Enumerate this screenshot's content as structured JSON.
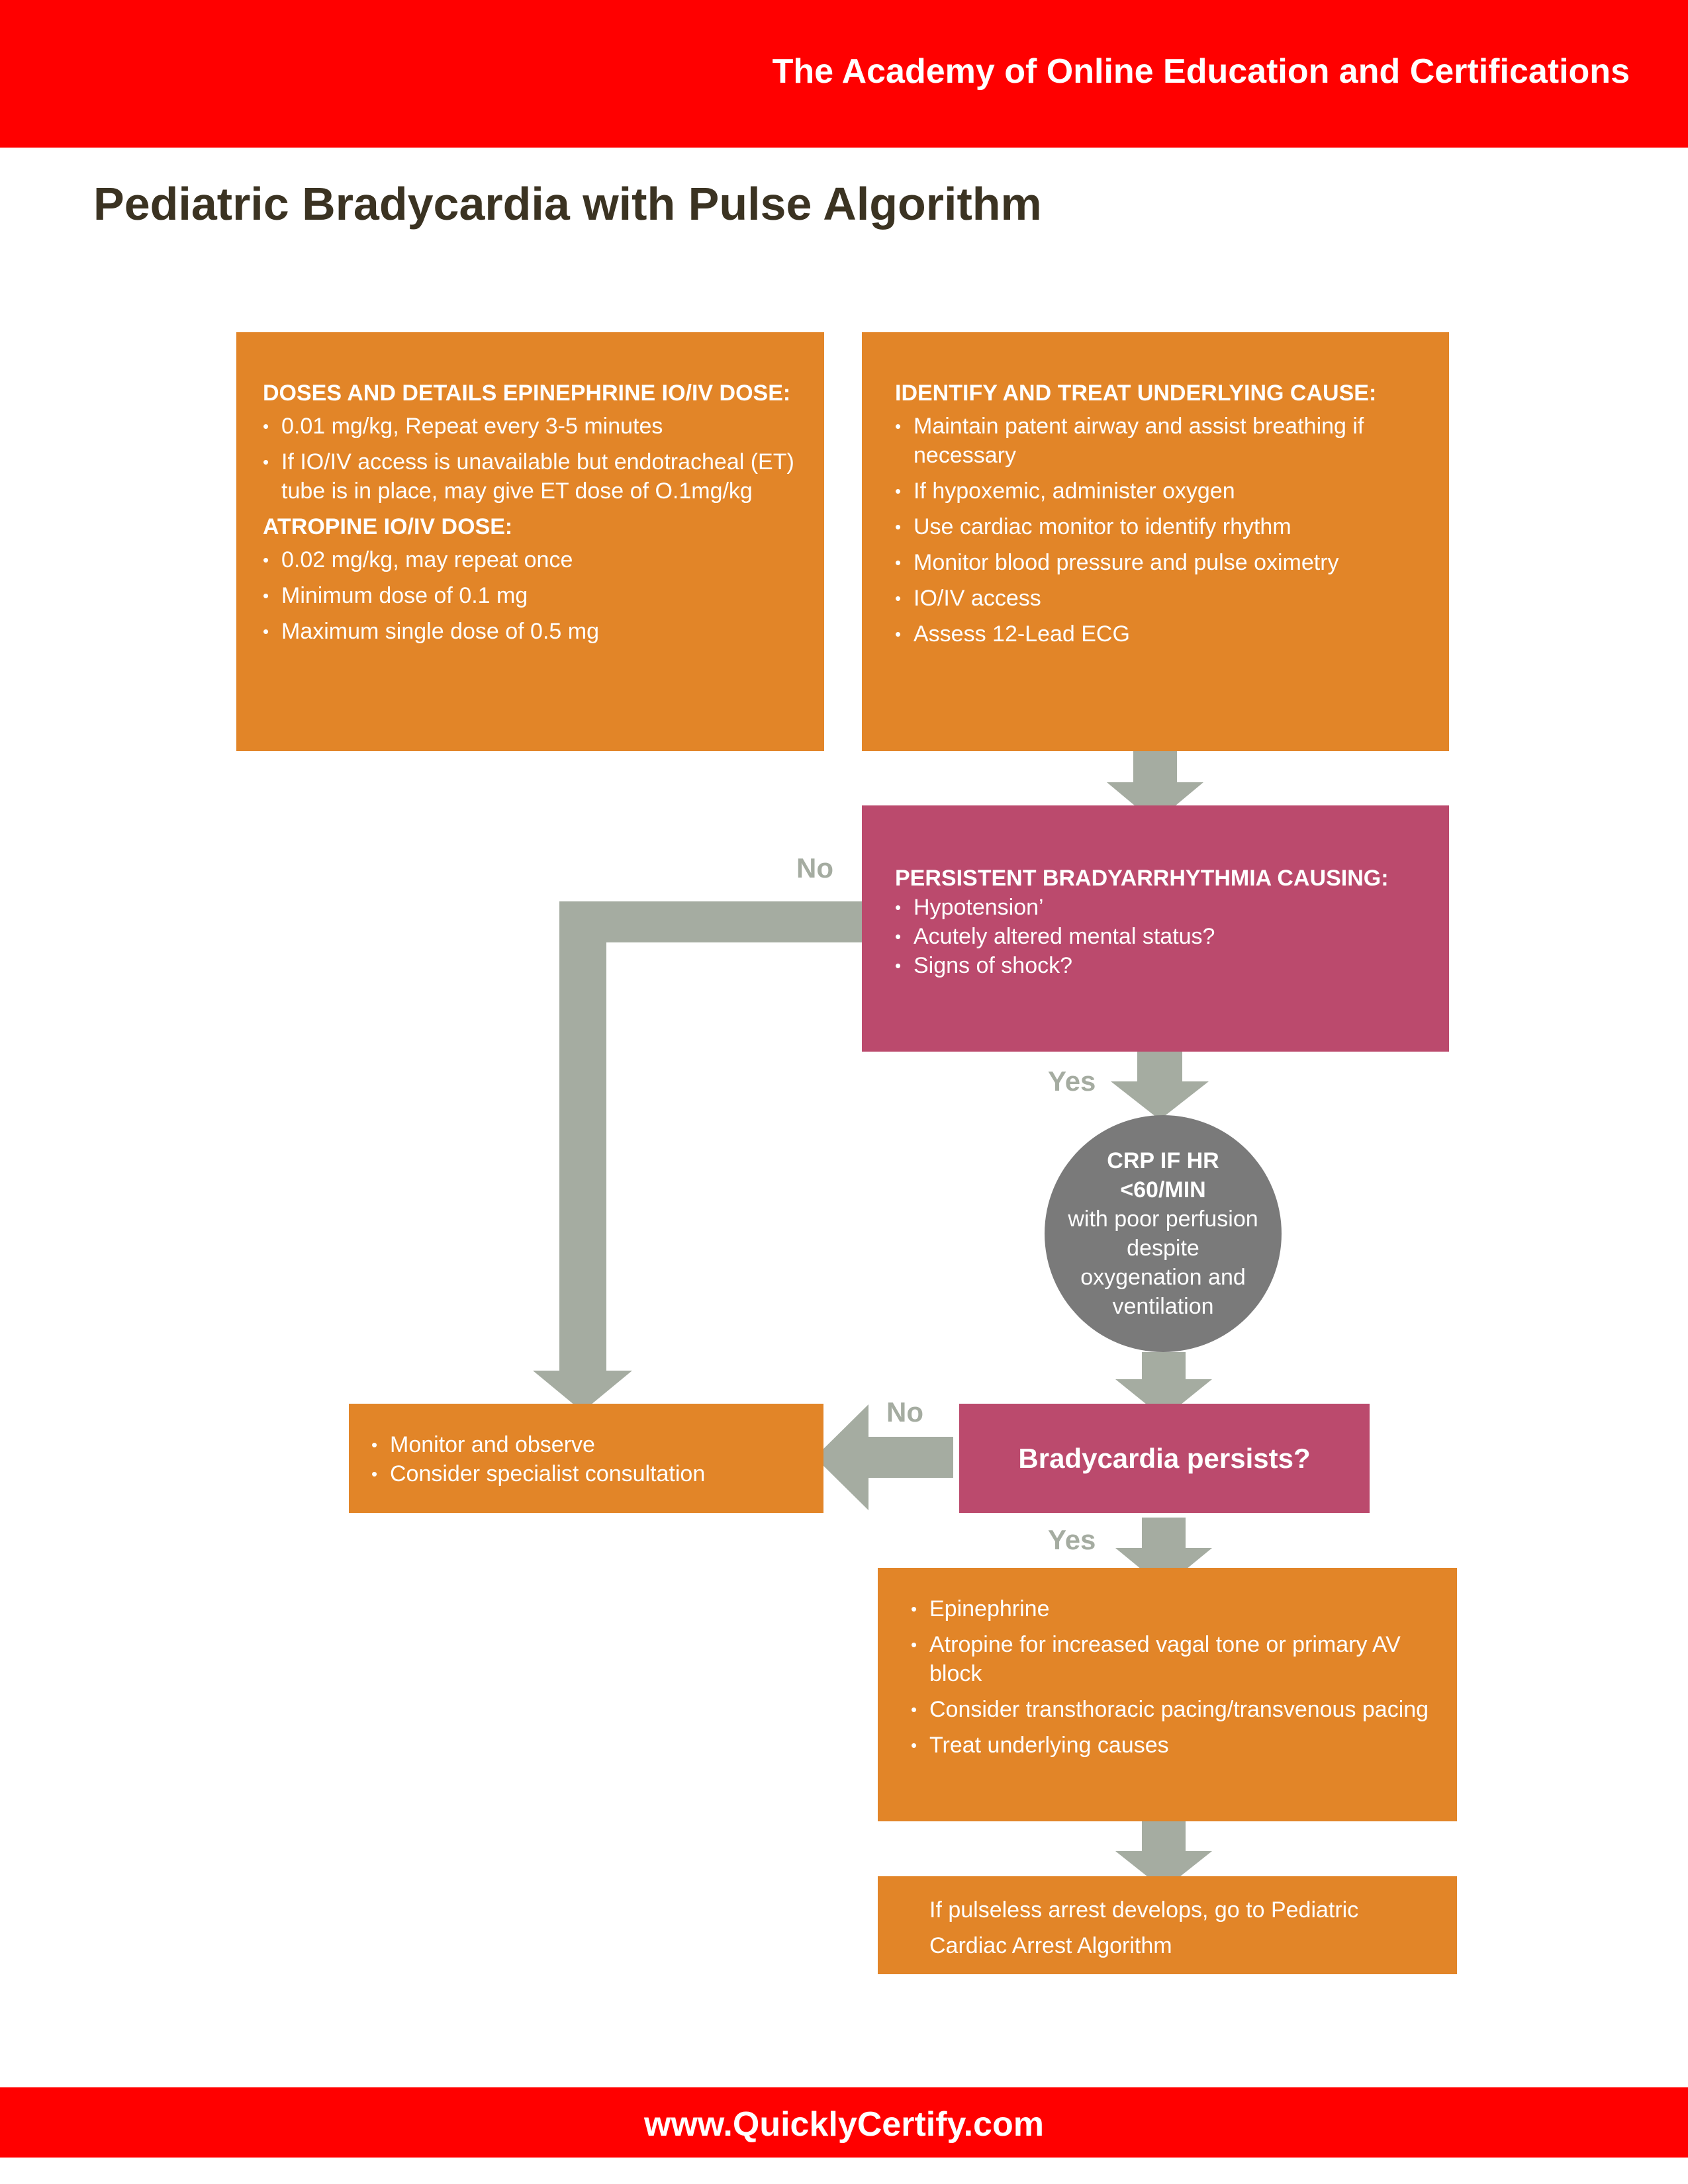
{
  "header": {
    "org_name": "The Academy of Online Education and Certifications",
    "band_color": "#ff0000"
  },
  "title": "Pediatric Bradycardia with Pulse Algorithm",
  "colors": {
    "orange": "#e28528",
    "magenta": "#bb4a6d",
    "gray_circle": "#7a7a7a",
    "arrow": "#a5aca1",
    "title_text": "#3b3322"
  },
  "doses_box": {
    "epi_heading": "DOSES AND DETAILS EPINEPHRINE IO/IV DOSE:",
    "epi_items": [
      "0.01 mg/kg, Repeat every 3-5 minutes",
      " If IO/IV access is unavailable but endotracheal (ET) tube is in place, may give ET dose of O.1mg/kg"
    ],
    "atropine_heading": "ATROPINE IO/IV DOSE:",
    "atropine_items": [
      "0.02 mg/kg, may repeat once",
      "Minimum dose of 0.1 mg",
      "Maximum single dose of 0.5 mg"
    ]
  },
  "identify_box": {
    "heading": "IDENTIFY AND TREAT UNDERLYING CAUSE:",
    "items": [
      "Maintain patent airway and assist breathing if necessary",
      "If hypoxemic, administer oxygen",
      "Use cardiac monitor to identify rhythm",
      "Monitor blood pressure and pulse oximetry",
      "IO/IV access",
      "Assess 12-Lead ECG"
    ]
  },
  "persistent_box": {
    "heading": "PERSISTENT BRADYARRHYTHMIA CAUSING:",
    "items": [
      "Hypotension’",
      "Acutely altered mental status?",
      "Signs of shock?"
    ]
  },
  "crp_circle": {
    "line1": "CRP IF HR",
    "line2": "<60/MIN",
    "rest": "with poor perfusion despite oxygenation and ventilation"
  },
  "monitor_box": {
    "items": [
      "Monitor and observe",
      "Consider specialist consultation"
    ]
  },
  "bradycardia_box": {
    "label": "Bradycardia persists?"
  },
  "treatment_box": {
    "items": [
      "Epinephrine",
      "Atropine for increased vagal tone or primary AV block",
      "Consider transthoracic pacing/transvenous pacing",
      "Treat underlying causes"
    ]
  },
  "pulseless_box": {
    "text": "If pulseless arrest develops, go to Pediatric Cardiac Arrest Algorithm"
  },
  "labels": {
    "no_1": "No",
    "yes_1": "Yes",
    "no_2": "No",
    "yes_2": "Yes"
  },
  "footer": {
    "url": "www.QuicklyCertify.com"
  }
}
